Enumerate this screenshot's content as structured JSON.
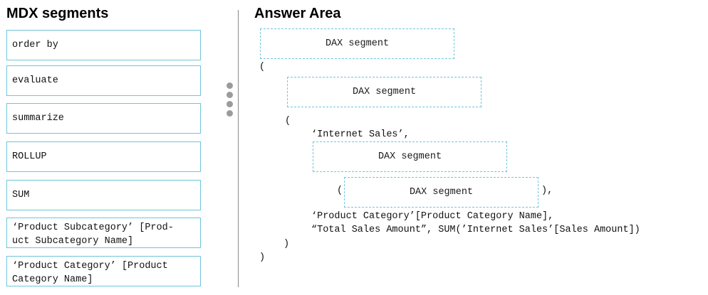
{
  "left_title": "MDX segments",
  "right_title": "Answer Area",
  "segments": [
    "order by",
    "evaluate",
    "summarize",
    "ROLLUP",
    "SUM",
    "‘Product Subcategory’ [Prod-\nuct Subcategory Name]",
    "‘Product Category’ [Product\nCategory Name]"
  ],
  "drop_targets": {
    "placeholder": "DAX segment"
  },
  "code": {
    "line_open1": "(",
    "line_open2": "(",
    "line_table": "‘Internet Sales’,",
    "paren_before": "(",
    "paren_after": "),",
    "line_cat": "‘Product Category’[Product Category Name],",
    "line_sum": "“Total Sales Amount”, SUM(’Internet Sales’[Sales Amount])",
    "line_close1": ")",
    "line_close2": ")"
  }
}
